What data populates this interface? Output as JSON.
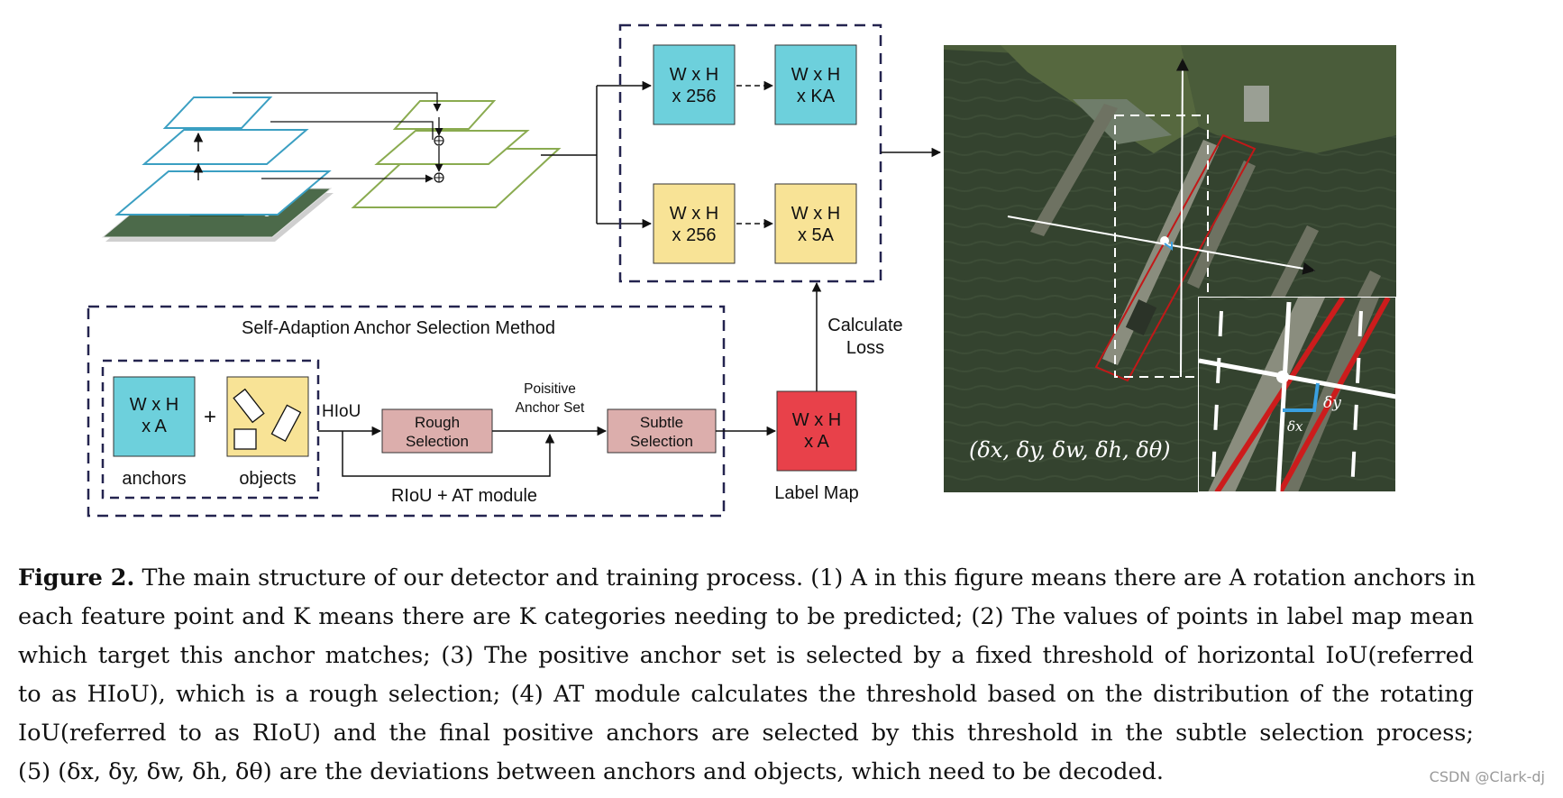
{
  "diagram": {
    "heads": {
      "cls_feat": "W x H x 256",
      "cls_out": "W x H x KA",
      "reg_feat": "W x H x 256",
      "reg_out": "W x H x 5A"
    },
    "method_title": "Self-Adaption Anchor Selection Method",
    "anchors_box": "W x H x A",
    "anchors_label": "anchors",
    "objects_label": "objects",
    "plus": "+",
    "hiou_label": "HIoU",
    "rough_label": "Rough Selection",
    "positive_label": "Poisitive Anchor Set",
    "subtle_label": "Subtle Selection",
    "riou_label": "RIoU + AT module",
    "label_map_box": "W x H x A",
    "label_map_label": "Label Map",
    "loss_label": "Calculate Loss",
    "deviation_formula": "(δx, δy, δw, δh, δθ)",
    "inset_dy": "δy",
    "inset_dx": "δx",
    "colors": {
      "cyan": "#6dd0dc",
      "yellow": "#f8e396",
      "pink": "#dcaeac",
      "red": "#e8414a",
      "navy": "#24244f",
      "fpn_blue": "#3b9fc2",
      "fpn_green": "#8aab50"
    }
  },
  "caption": {
    "label": "Figure 2.",
    "lines": [
      "The main structure of our detector and training process. (1) A in this figure means there are A rotation anchors in",
      "each feature point and K means there are K categories needing to be predicted; (2) The values of points in label map mean",
      "which target this anchor matches; (3) The positive anchor set is selected by a fixed threshold of horizontal IoU(referred",
      "to as HIoU), which is a rough selection; (4) AT module calculates the threshold based on the distribution of the rotating",
      "IoU(referred to as RIoU) and the final positive anchors are selected by this threshold in the subtle selection process;",
      "(5) (δx, δy, δw, δh, δθ) are the deviations between anchors and objects, which need to be decoded."
    ]
  },
  "watermark": "CSDN @Clark-dj"
}
